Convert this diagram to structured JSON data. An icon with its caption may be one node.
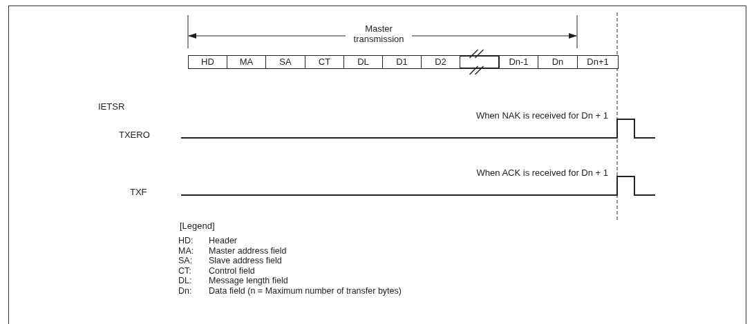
{
  "diagram": {
    "nodes": [
      {
        "text": [
          "HD"
        ]
      },
      {
        "text": [
          "MA"
        ]
      },
      {
        "text": [
          "SA"
        ]
      },
      {
        "text": [
          "CT"
        ]
      },
      {
        "text": [
          "DL"
        ]
      },
      {
        "text": [
          "D1"
        ]
      },
      {
        "text": [
          "D2"
        ]
      },
      {
        "text": [],
        "shape": "box"
      },
      {
        "text": [
          "Dn-1"
        ]
      },
      {
        "text": [
          "Dn"
        ]
      },
      {
        "text": [
          "Dn+1"
        ]
      }
    ],
    "labels": [
      "Master transmission",
      "IETSR",
      "When NAK is received for Dn + 1",
      "TXERO",
      "When ACK is received for Dn + 1",
      "TXF",
      "[Legend]",
      "HD:",
      "Header",
      "MA:",
      "Master address field",
      "SA:",
      "Slave address field",
      "CT:",
      "Control field",
      "DL:",
      "Message length field",
      "Dn:",
      "Data field (n = Maximum number of transfer bytes)"
    ]
  }
}
